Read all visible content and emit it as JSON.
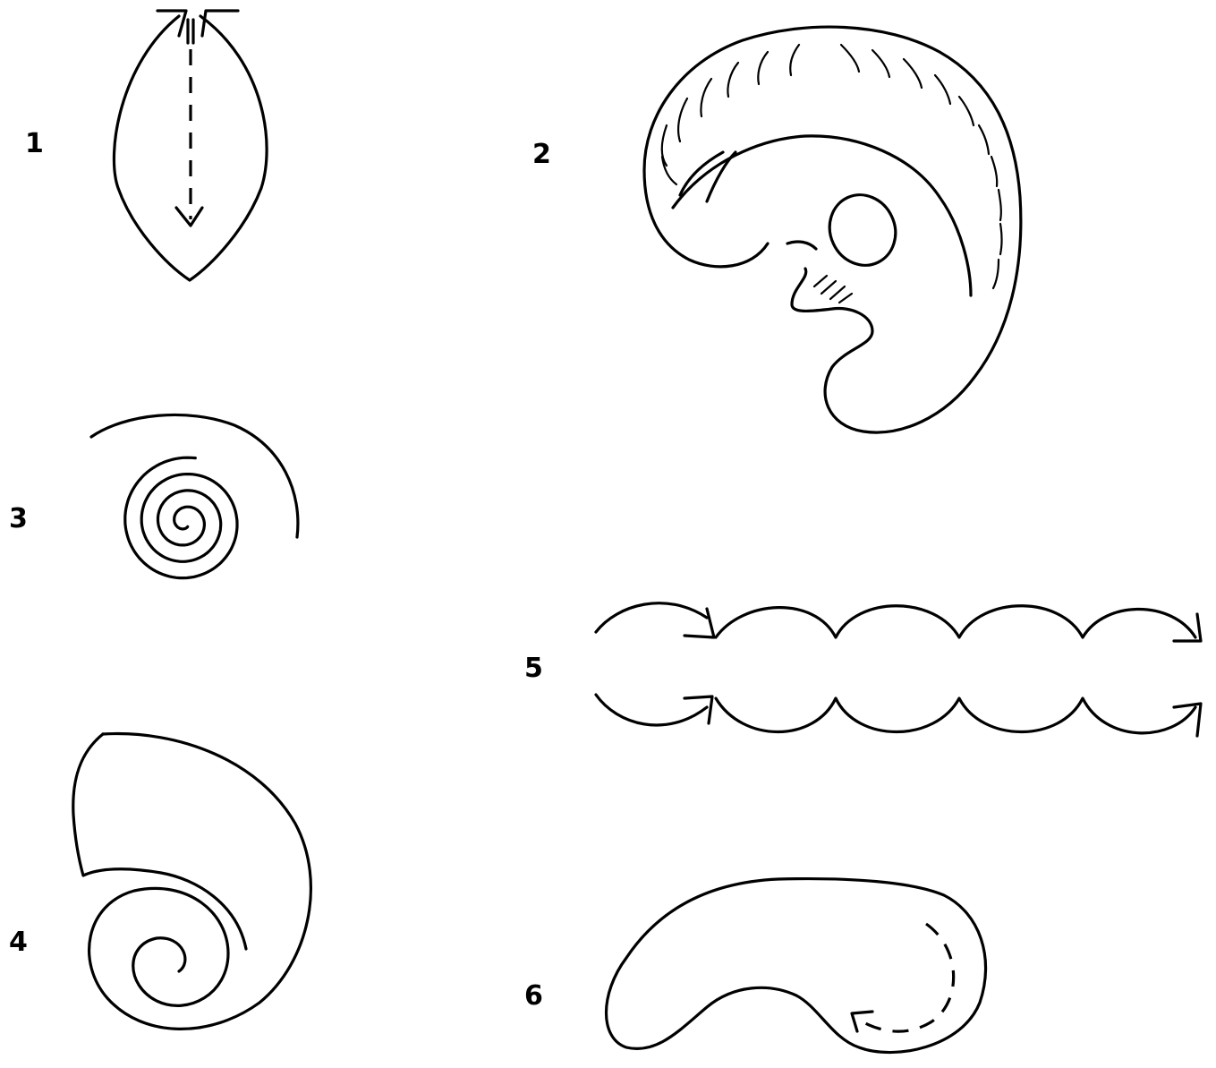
{
  "figures": [
    {
      "label": "1",
      "shape": "lens"
    },
    {
      "label": "2",
      "shape": "curled-embryo"
    },
    {
      "label": "3",
      "shape": "spiral"
    },
    {
      "label": "4",
      "shape": "coiled-shell"
    },
    {
      "label": "5",
      "shape": "wave-chain"
    },
    {
      "label": "6",
      "shape": "curved-blob"
    }
  ],
  "colors": {
    "ink": "#000000",
    "background": "#ffffff"
  }
}
